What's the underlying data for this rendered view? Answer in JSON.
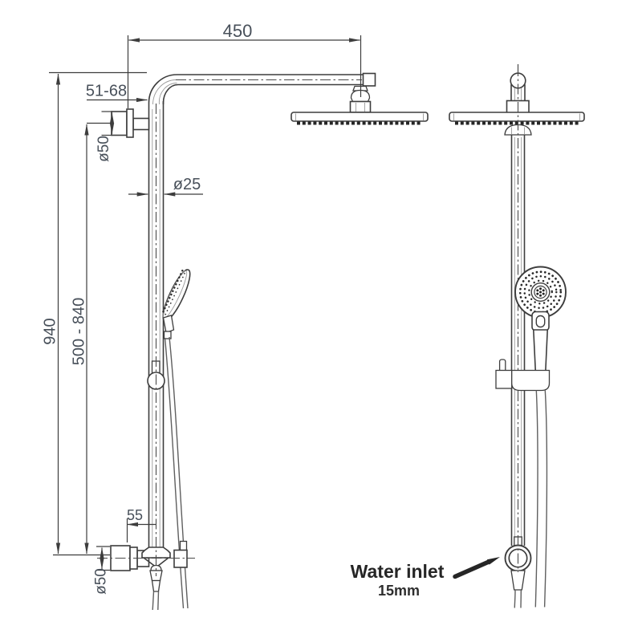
{
  "drawing": {
    "dimensions": {
      "arm_length": "450",
      "wall_distance_top": "51-68",
      "flange_diameter_top": "ø50",
      "pipe_diameter": "ø25",
      "overall_height": "940",
      "handset_height_range": "500 - 840",
      "wall_distance_bottom": "55",
      "flange_diameter_bottom": "ø50"
    },
    "labels": {
      "water_inlet": "Water inlet",
      "water_inlet_size": "15mm"
    },
    "colors": {
      "line": "#3d3d3d",
      "dimension_text": "#48505a",
      "annotation": "#262626",
      "background": "#ffffff"
    }
  }
}
